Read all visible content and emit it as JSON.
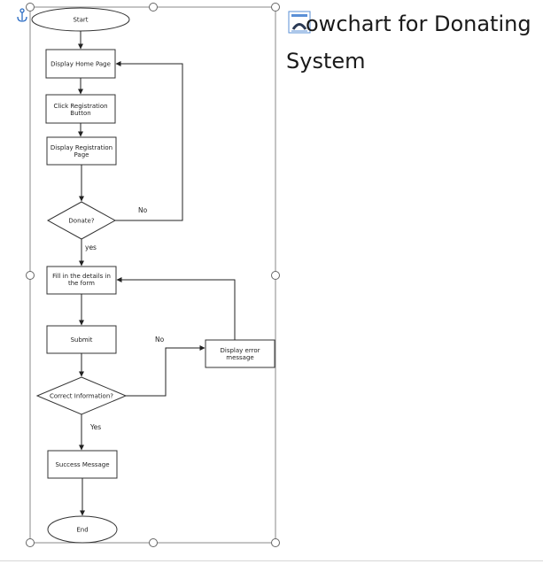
{
  "document": {
    "heading_line1": "owchart for Donating",
    "heading_line2": "System"
  },
  "flowchart": {
    "start": "Start",
    "display_home": "Display Home Page",
    "click_registration": [
      "Click Registration",
      "Button"
    ],
    "display_registration": [
      "Display Registration",
      "Page"
    ],
    "donate_decision": "Donate?",
    "label_no_1": "No",
    "label_yes_1": "yes",
    "fill_details": [
      "Fill in the details in",
      "the form"
    ],
    "submit": "Submit",
    "label_no_2": "No",
    "display_error": [
      "Display error",
      "message"
    ],
    "correct_decision": "Correct Information?",
    "label_yes_2": "Yes",
    "success": "Success Message",
    "end": "End"
  }
}
